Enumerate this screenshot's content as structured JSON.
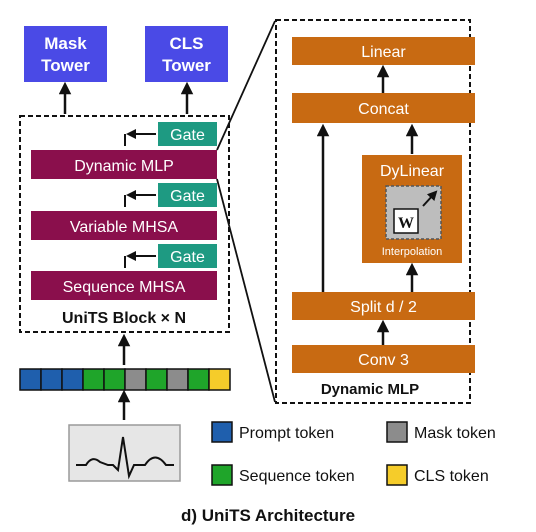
{
  "towers": {
    "mask": [
      "Mask",
      "Tower"
    ],
    "cls": [
      "CLS",
      "Tower"
    ]
  },
  "block": {
    "layers": [
      "Dynamic MLP",
      "Variable MHSA",
      "Sequence MHSA"
    ],
    "gate_label": "Gate",
    "caption": "UniTS Block × N"
  },
  "token_sequence": [
    "prompt",
    "prompt",
    "prompt",
    "sequence",
    "sequence",
    "mask",
    "sequence",
    "mask",
    "sequence",
    "cls"
  ],
  "mlp_detail": {
    "linear": "Linear",
    "concat": "Concat",
    "dylinear": "DyLinear",
    "weight_symbol": "W",
    "interpolation": "Interpolation",
    "split": "Split d / 2",
    "conv": "Conv 3",
    "caption": "Dynamic MLP"
  },
  "legend": [
    {
      "key": "prompt",
      "label": "Prompt token",
      "color": "#1f5fad"
    },
    {
      "key": "mask",
      "label": "Mask token",
      "color": "#8c8c8c"
    },
    {
      "key": "sequence",
      "label": "Sequence token",
      "color": "#1fa52a"
    },
    {
      "key": "cls",
      "label": "CLS token",
      "color": "#f5cc2a"
    }
  ],
  "colors": {
    "tower": "#4a4ae6",
    "layer": "#8a0f4c",
    "gate": "#1e9a82",
    "orange": "#c86a12",
    "dylinear_inner": "#bdbdbd"
  },
  "caption": "d) UniTS Architecture"
}
